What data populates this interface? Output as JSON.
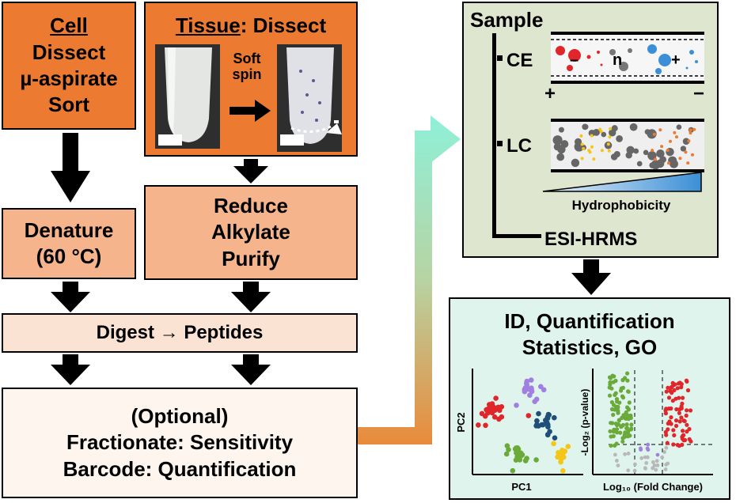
{
  "cell_box": {
    "title": "Cell",
    "line1": "Dissect",
    "line2": "µ-aspirate",
    "line3": "Sort"
  },
  "tissue_box": {
    "title": "Tissue",
    "title_suffix": ": Dissect",
    "spin_label_1": "Soft",
    "spin_label_2": "spin"
  },
  "denature_box": {
    "line1": "Denature",
    "line2": "(60 °C)"
  },
  "reduce_box": {
    "line1": "Reduce",
    "line2": "Alkylate",
    "line3": "Purify"
  },
  "digest_box": {
    "label": "Digest → Peptides"
  },
  "optional_box": {
    "line1": "(Optional)",
    "line2": "Fractionate: Sensitivity",
    "line3": "Barcode: Quantification"
  },
  "sample_box": {
    "title": "Sample",
    "ce_label": "CE",
    "lc_label": "LC",
    "hydro_label": "Hydrophobicity",
    "esi_label": "ESI-HRMS",
    "plus": "+",
    "minus": "−",
    "cap_plus": "+",
    "cap_minus": "–",
    "cap_n": "n"
  },
  "results_box": {
    "line1": "ID, Quantification",
    "line2": "Statistics, GO",
    "pca_xlabel": "PC1",
    "pca_ylabel": "PC2",
    "volcano_xlabel": "Log₁₀ (Fold Change)",
    "volcano_ylabel": "-Log₂ (p-value)"
  },
  "colors": {
    "orange": "#ec7b31",
    "peach": "#f5b48c",
    "sage": "#dfe6cf",
    "mint": "#dff4ec",
    "red": "#e0262a",
    "purple": "#a07fe0",
    "navy": "#1f4e79",
    "green": "#6aaa3a",
    "yellow": "#f5c518",
    "blue": "#3b8fd6",
    "gray": "#808080"
  }
}
